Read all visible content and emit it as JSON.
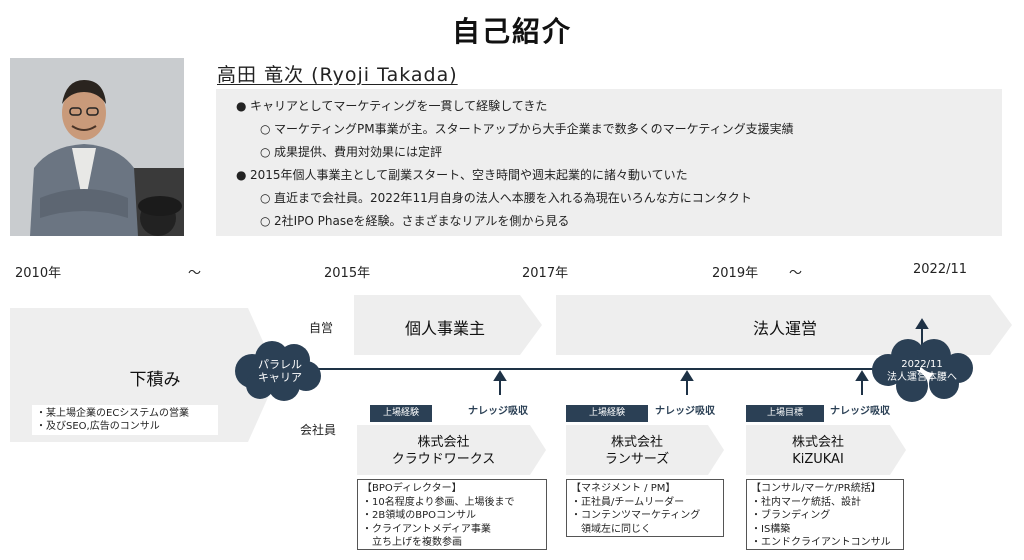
{
  "title": "自己紹介",
  "name": "高田 竜次 (Ryoji Takada)",
  "bio": {
    "bullets": [
      {
        "level": 1,
        "text": "キャリアとしてマーケティングを一貫して経験してきた"
      },
      {
        "level": 2,
        "text": "マーケティングPM事業が主。スタートアップから大手企業まで数多くのマーケティング支援実績"
      },
      {
        "level": 2,
        "text": "成果提供、費用対効果には定評"
      },
      {
        "level": 1,
        "text": "2015年個人事業主として副業スタート、空き時間や週末起業的に諸々動いていた"
      },
      {
        "level": 2,
        "text": "直近まで会社員。2022年11月自身の法人へ本腰を入れる為現在いろんな方にコンタクト"
      },
      {
        "level": 2,
        "text": "2社IPO Phaseを経験。さまざまなリアルを側から見る"
      }
    ]
  },
  "timeline": {
    "years": [
      "2010年",
      "〜",
      "2015年",
      "2017年",
      "2019年",
      "〜",
      "2022/11"
    ]
  },
  "labels": {
    "self_employed": "自営",
    "employee": "会社員"
  },
  "bands": {
    "groundwork": "下積み",
    "sole_proprietor": "個人事業主",
    "corporation": "法人運営"
  },
  "groundwork_notes": [
    "・某上場企業のECシステムの営業",
    "・及びSEO,広告のコンサル"
  ],
  "clouds": {
    "parallel": [
      "パラレル",
      "キャリア"
    ],
    "focus": [
      "2022/11",
      "法人運営本腰へ"
    ]
  },
  "companies": [
    {
      "badge": "上場経験",
      "knowledge": "ナレッジ吸収",
      "name_lines": [
        "株式会社",
        "クラウドワークス"
      ],
      "details": [
        "【BPOディレクター】",
        "・10名程度より参画、上場後まで",
        "・2B領域のBPOコンサル",
        "・クライアントメディア事業",
        "　立ち上げを複数参画"
      ]
    },
    {
      "badge": "上場経験",
      "knowledge": "ナレッジ吸収",
      "name_lines": [
        "株式会社",
        "ランサーズ"
      ],
      "details": [
        "【マネジメント / PM】",
        "・正社員/チームリーダー",
        "・コンテンツマーケティング",
        "　領域左に同じく"
      ]
    },
    {
      "badge": "上場目標",
      "knowledge": "ナレッジ吸収",
      "name_lines": [
        "株式会社",
        "KiZUKAI"
      ],
      "details": [
        "【コンサル/マーケ/PR統括】",
        "・社内マーケ統括、設計",
        "・ブランディング",
        "・IS構築",
        "・エンドクライアントコンサル"
      ]
    }
  ],
  "colors": {
    "band_fill": "#eeeeee",
    "navy": "#2b4055",
    "line": "#1e3246"
  }
}
